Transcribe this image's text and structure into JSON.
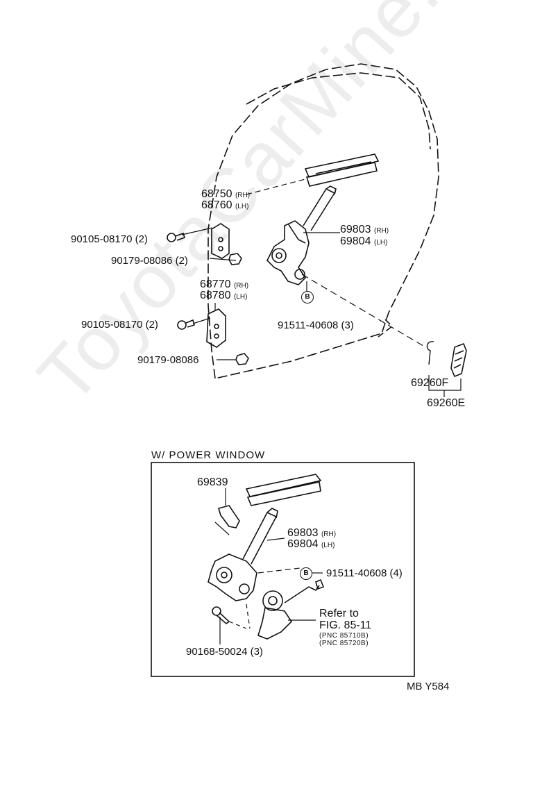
{
  "upper": {
    "labels": [
      {
        "id": "68750",
        "text": "68750",
        "side": "(RH)"
      },
      {
        "id": "68760",
        "text": "68760",
        "side": "(LH)"
      },
      {
        "id": "69803a",
        "text": "69803",
        "side": "(RH)"
      },
      {
        "id": "69804a",
        "text": "69804",
        "side": "(LH)"
      },
      {
        "id": "90105a",
        "text": "90105-08170 (2)"
      },
      {
        "id": "90179a",
        "text": "90179-08086 (2)"
      },
      {
        "id": "68770",
        "text": "68770",
        "side": "(RH)"
      },
      {
        "id": "68780",
        "text": "68780",
        "side": "(LH)"
      },
      {
        "id": "90105b",
        "text": "90105-08170 (2)"
      },
      {
        "id": "91511a",
        "text": "91511-40608 (3)"
      },
      {
        "id": "90179b",
        "text": "90179-08086"
      },
      {
        "id": "69260F",
        "text": "69260F"
      },
      {
        "id": "69260E",
        "text": "69260E"
      }
    ],
    "b_marker": "B"
  },
  "power_window": {
    "title": "W/ POWER  WINDOW",
    "labels": [
      {
        "id": "69839",
        "text": "69839"
      },
      {
        "id": "69803b",
        "text": "69803",
        "side": "(RH)"
      },
      {
        "id": "69804b",
        "text": "69804",
        "side": "(LH)"
      },
      {
        "id": "91511b",
        "text": "91511-40608 (4)"
      },
      {
        "id": "90168",
        "text": "90168-50024 (3)"
      }
    ],
    "refer_line1": "Refer to",
    "refer_line2": "FIG. 85-11",
    "pnc1": "(PNC 85710B)",
    "pnc2": "(PNC 85720B)",
    "b_marker": "B"
  },
  "footer_code": "MB  Y584",
  "watermark": "ToyotaCarMine.ru"
}
